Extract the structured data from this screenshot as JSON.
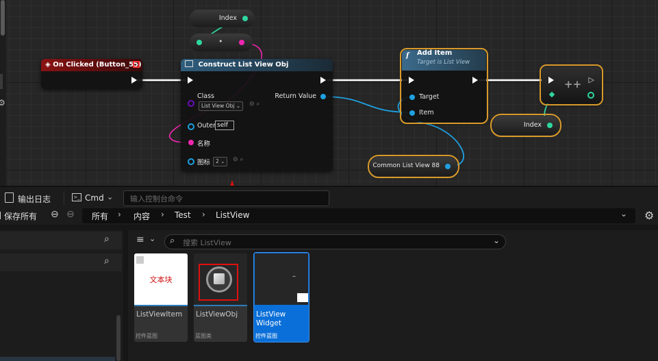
{
  "graph": {
    "event_node": {
      "title": "On Clicked (Button_55)",
      "accent": "#8a1313"
    },
    "construct_node": {
      "title": "Construct List View Obj",
      "class_label": "Class",
      "class_value": "List View Obj",
      "return_label": "Return Value",
      "outer_label": "Outer",
      "outer_value": "self",
      "name_label": "名称",
      "icon_label": "图标",
      "icon_value": "2"
    },
    "add_item_node": {
      "title": "Add Item",
      "subtitle": "Target is List View",
      "target_label": "Target",
      "item_label": "Item"
    },
    "increment_node": {
      "symbol": "++"
    },
    "var_index_top": {
      "label": "Index"
    },
    "var_index_right": {
      "label": "Index"
    },
    "var_common_list": {
      "label": "Common List View 88"
    },
    "reroute_node": {
      "symbol": "•"
    }
  },
  "toolbar": {
    "output_log_label": "输出日志",
    "cmd_label": "Cmd",
    "console_placeholder": "输入控制台命令"
  },
  "pathbar": {
    "save_all_label": "保存所有",
    "breadcrumbs": [
      "所有",
      "内容",
      "Test",
      "ListView"
    ]
  },
  "content_browser": {
    "search_placeholder": "搜索 ListView",
    "assets": [
      {
        "name": "ListViewItem",
        "type": "控件蓝图",
        "thumb_text": "文本块"
      },
      {
        "name": "ListViewObj",
        "type": "蓝图类"
      },
      {
        "name": "ListView Widget",
        "type": "控件蓝图",
        "thumb_text": "–"
      }
    ]
  },
  "colors": {
    "exec": "#ffffff",
    "object_pin": "#1fa0e0",
    "int_pin": "#2fd6a0",
    "name_pin": "#f026b0",
    "class_pin": "#6a0db8",
    "selection": "#d99a2a",
    "annotation_arrow": "#e01010"
  }
}
